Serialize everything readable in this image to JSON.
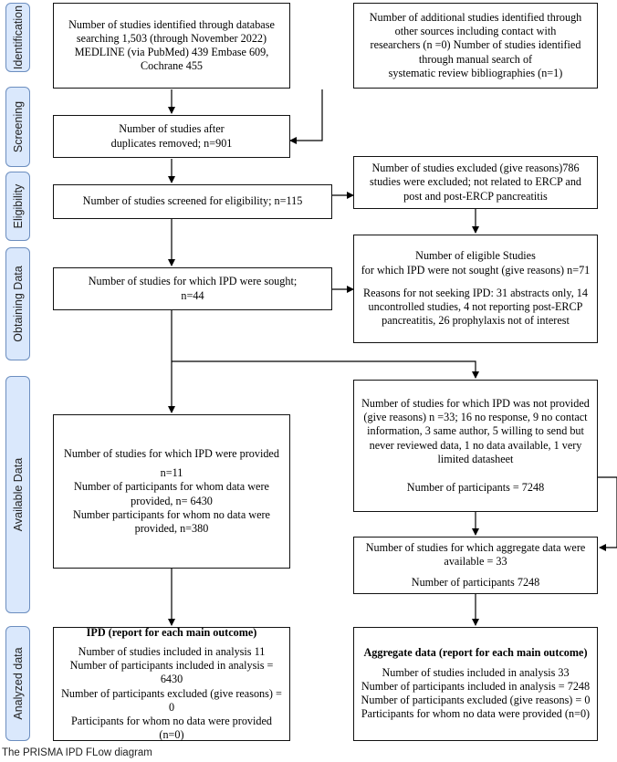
{
  "phases": [
    "Identification",
    "Screening",
    "Eligibility",
    "Obtaining Data",
    "Available Data",
    "Analyzed data"
  ],
  "boxes": {
    "identified": [
      "Number of studies identified through database",
      "searching 1,503 (through November 2022)",
      "MEDLINE (via PubMed) 439 Embase 609,",
      "Cochrane 455"
    ],
    "additional": [
      "Number of additional studies identified through",
      "other sources including contact with",
      "researchers (n =0) Number of studies identified",
      "through manual search of",
      "systematic review bibliographies (n=1)"
    ],
    "after_duplicates": [
      "Number of studies after",
      "duplicates removed; n=901"
    ],
    "screened": [
      "Number of studies screened for eligibility; n=115"
    ],
    "excluded": [
      "Number of studies excluded (give reasons)786",
      "studies were excluded; not related to ERCP and",
      "post and post-ERCP pancreatitis"
    ],
    "ipd_sought": [
      "Number of studies for which IPD were sought;",
      "n=44"
    ],
    "eligible_not_sought": {
      "top": [
        "Number of eligible Studies",
        "for which IPD were not sought (give reasons) n=71"
      ],
      "bottom": [
        "Reasons for not seeking IPD: 31 abstracts only, 14",
        "uncontrolled studies, 4 not reporting post-ERCP",
        "pancreatitis, 26 prophylaxis not of interest"
      ]
    },
    "ipd_provided": [
      "Number of studies for which IPD were provided",
      "n=11",
      "Number of participants for whom data were",
      "provided, n= 6430",
      "Number participants for whom no data were",
      "provided, n=380"
    ],
    "ipd_not_provided": {
      "top": [
        "Number of studies for which IPD was not provided",
        "(give reasons) n =33; 16 no response, 9 no contact",
        "information, 3 same author, 5 willing to send but",
        "never reviewed data, 1 no data available, 1 very",
        "limited datasheet"
      ],
      "bottom": [
        "Number of participants = 7248"
      ]
    },
    "aggregate_available": {
      "top": [
        "Number of studies for which aggregate data were",
        "available = 33"
      ],
      "bottom": [
        "Number of participants 7248"
      ]
    },
    "ipd_outcome": {
      "heading": "IPD (report for each main outcome)",
      "lines": [
        "Number of studies included in analysis 11",
        "Number of participants included in analysis = 6430",
        "Number of participants excluded (give reasons) = 0",
        "Participants for whom no data were provided (n=0)"
      ]
    },
    "aggregate_outcome": {
      "heading": "Aggregate data (report for each main outcome)",
      "lines": [
        "Number of studies included in analysis 33",
        "Number of participants included in analysis = 7248",
        "Number of participants excluded (give reasons) = 0",
        "Participants for whom no data were provided (n=0)"
      ]
    }
  },
  "caption": "The PRISMA IPD FLow diagram"
}
